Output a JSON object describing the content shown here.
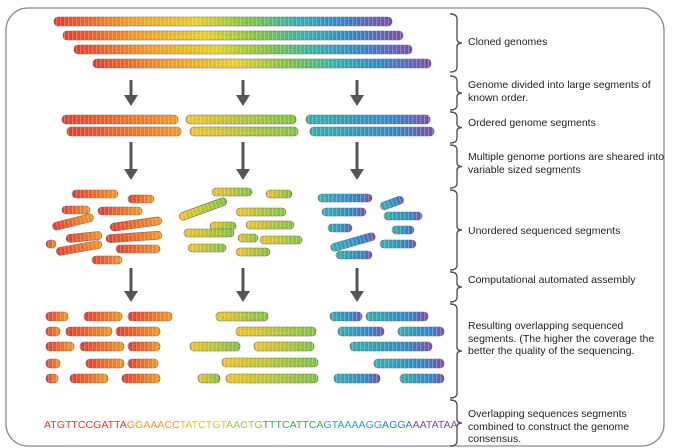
{
  "steps": [
    {
      "label": "Cloned genomes"
    },
    {
      "label": "Genome divided into large segments of known order."
    },
    {
      "label": "Ordered genome segments"
    },
    {
      "label": "Multiple genome portions are sheared into variable sized segments"
    },
    {
      "label": "Unordered sequenced segments"
    },
    {
      "label": "Computational automated assembly"
    },
    {
      "label": "Resulting overlapping sequenced segments. (The higher the coverage the better the quality of the sequencing."
    },
    {
      "label": "Overlapping sequences segments combined to construct the genome consensus."
    }
  ],
  "consensus_sequence": [
    {
      "text": "ATGTTCCGATTA",
      "color": "#e8382b"
    },
    {
      "text": "GGAAACC",
      "color": "#f39a1e"
    },
    {
      "text": "TATCTGT",
      "color": "#e5c51a"
    },
    {
      "text": "AACTG",
      "color": "#9cc83a"
    },
    {
      "text": "TTTCATTCA",
      "color": "#3aa84a"
    },
    {
      "text": "GTAAAAGG",
      "color": "#2aa0c8"
    },
    {
      "text": "AGGA",
      "color": "#2f7fc6"
    },
    {
      "text": "AATATAA",
      "color": "#7a4aa6"
    }
  ],
  "colors": {
    "red": "#e8382b",
    "orange": "#f39a1e",
    "yellow": "#e8cf1e",
    "green": "#7bc241",
    "teal": "#2fb0b0",
    "blue": "#2f86c8",
    "purple": "#7d4da8",
    "arrow": "#555555",
    "frame": "#888888"
  }
}
